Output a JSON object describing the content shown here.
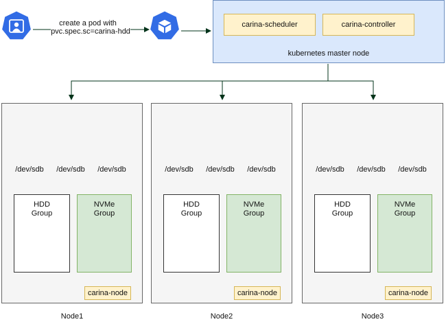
{
  "flow": {
    "annotation_line1": "create a pod with",
    "annotation_line2": "pvc.spec.sc=carina-hdd"
  },
  "master": {
    "label": "kubernetes master node",
    "components": [
      "carina-scheduler",
      "carina-controller"
    ]
  },
  "nodes": [
    {
      "name": "Node1"
    },
    {
      "name": "Node2"
    },
    {
      "name": "Node3"
    }
  ],
  "node_template": {
    "disk_labels": [
      "/dev/sdb",
      "/dev/sdb",
      "/dev/sdb"
    ],
    "hdd_group": {
      "line1": "HDD",
      "line2": "Group"
    },
    "nvme_group": {
      "line1": "NVMe",
      "line2": "Group"
    },
    "agent_label": "carina-node"
  },
  "colors": {
    "k8s_blue": "#326ce5",
    "master_fill": "#dae8fc",
    "master_border": "#6c8ebf",
    "component_fill": "#fff2cc",
    "component_border": "#d6b656",
    "node_fill": "#f5f5f5",
    "nvme_fill": "#d5e8d4",
    "nvme_border": "#82b366",
    "hdd_icon": "#005073",
    "arrow_green": "#00331a",
    "nvme_icon": "#0e7ff5"
  },
  "icons": [
    "user-icon",
    "kubernetes-icon",
    "disk-icon",
    "hard-drive-icon",
    "nvme-lightning-icon",
    "gear-icon"
  ]
}
